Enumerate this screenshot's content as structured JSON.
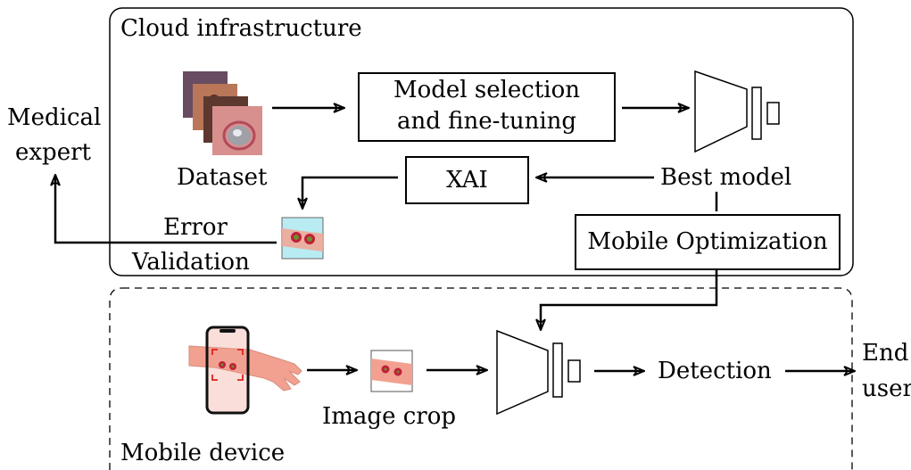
{
  "cloud_section": {
    "title": "Cloud infrastructure",
    "dataset_label": "Dataset",
    "model_selection_line1": "Model selection",
    "model_selection_line2": "and fine-tuning",
    "best_model_label": "Best model",
    "xai_label": "XAI",
    "error_line1": "Error",
    "error_line2": "Validation",
    "mobile_optimization_label": "Mobile Optimization"
  },
  "medical_expert": {
    "line1": "Medical",
    "line2": "expert"
  },
  "mobile_section": {
    "title": "Mobile device",
    "image_crop_label": "Image crop",
    "detection_label": "Detection"
  },
  "end_user": {
    "line1": "End",
    "line2": "user"
  },
  "colors": {
    "skin": "#f2a191",
    "lesion": "#c0203a",
    "lesion_core": "#6b8f2a",
    "focus_bracket": "#e02020",
    "xai_bg": "#b9ecf2"
  }
}
